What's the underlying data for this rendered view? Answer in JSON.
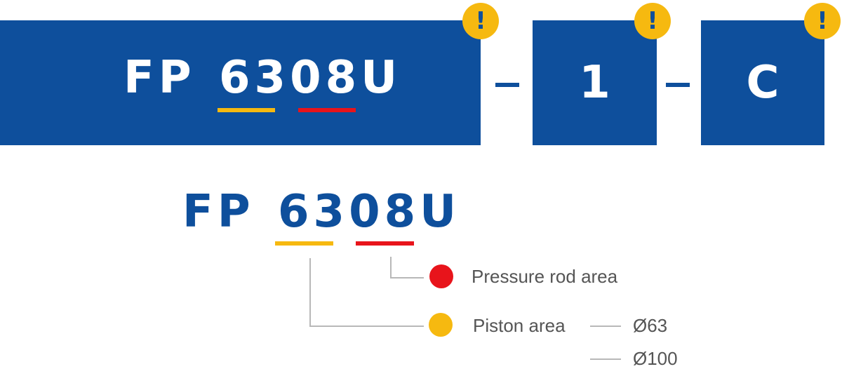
{
  "code": {
    "prefix": "FP",
    "model": "6308U",
    "option1": "1",
    "option2": "C",
    "separator": "–",
    "warning_symbol": "!"
  },
  "legend": {
    "pressure_rod_area": "Pressure rod area",
    "piston_area": "Piston area",
    "piston_sizes": [
      "Ø63",
      "Ø100"
    ]
  },
  "colors": {
    "brand_blue": "#0e4f9c",
    "piston_yellow": "#f6b910",
    "rod_red": "#e8141b",
    "warning_yellow": "#f6b910"
  },
  "icons": [
    "warning-icon",
    "piston-area-dot",
    "pressure-rod-area-dot"
  ]
}
